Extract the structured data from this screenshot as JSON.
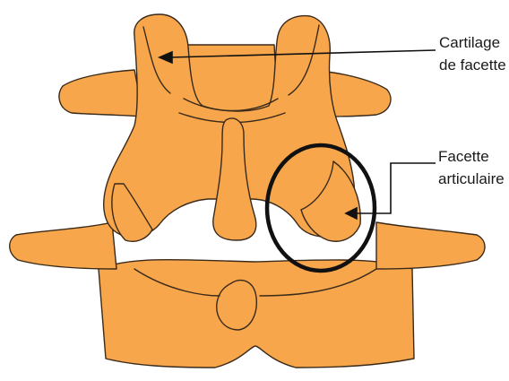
{
  "labels": {
    "cartilage": {
      "line1": "Cartilage",
      "line2": "de facette"
    },
    "facet": {
      "line1": "Facette",
      "line2": "articulaire"
    }
  },
  "colors": {
    "bone": "#f7a64b",
    "outline": "#3a2a1a",
    "leader": "#111111",
    "circle": "#111111",
    "background": "#ffffff"
  }
}
